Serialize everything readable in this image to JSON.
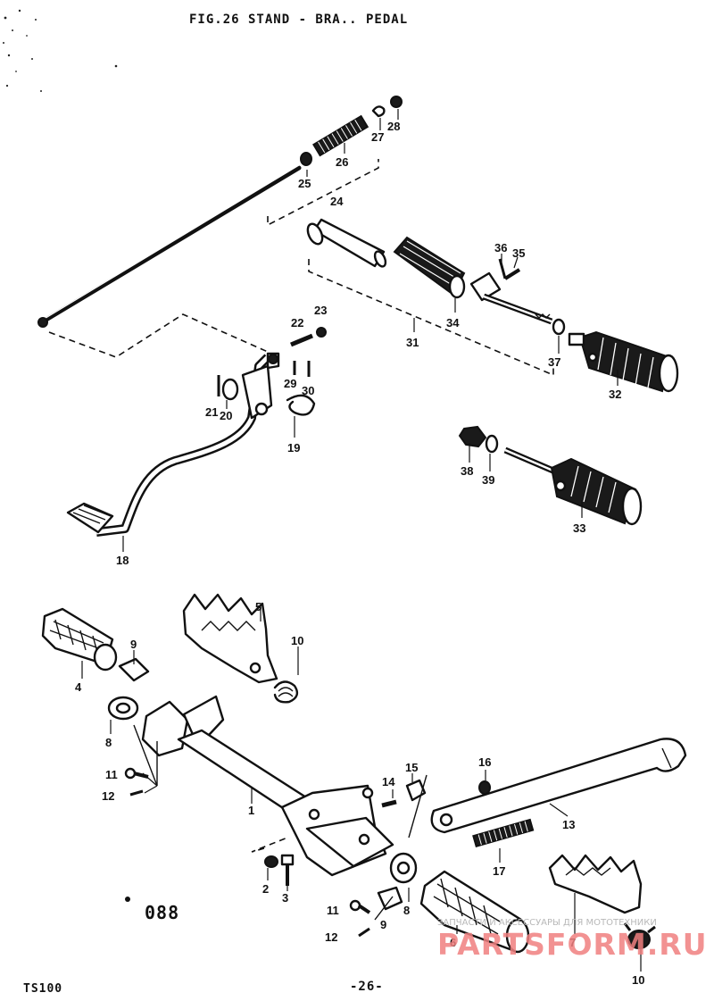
{
  "title": "FIG.26  STAND - BRA..  PEDAL",
  "model": "TS100",
  "page_number": "-26-",
  "stamp": "088",
  "watermark": {
    "tagline": "ЗАПЧАСТИ И АКСЕССУАРЫ ДЛЯ МОТОТЕХНИКИ",
    "brand": "PARTSFORM.RU",
    "color": "#f08080"
  },
  "callouts": [
    "1",
    "2",
    "3",
    "4",
    "5",
    "6",
    "7",
    "8",
    "9",
    "10",
    "11",
    "12",
    "13",
    "14",
    "15",
    "16",
    "17",
    "18",
    "19",
    "20",
    "21",
    "22",
    "23",
    "24",
    "25",
    "26",
    "27",
    "28",
    "29",
    "30",
    "31",
    "32",
    "33",
    "34",
    "35",
    "36",
    "37",
    "38",
    "39"
  ]
}
